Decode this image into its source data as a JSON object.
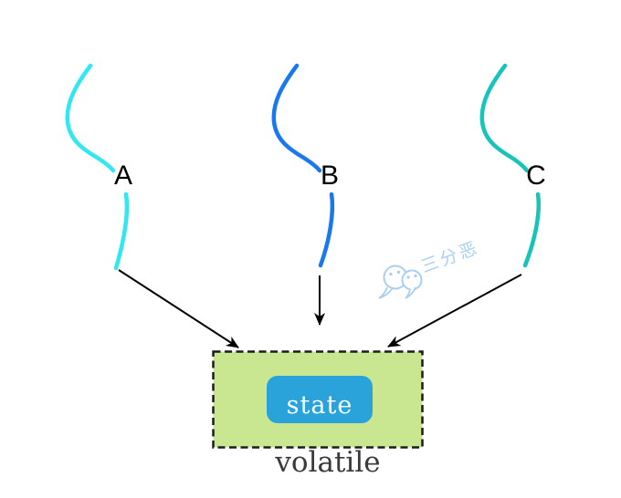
{
  "canvas": {
    "background_color": "#ffffff"
  },
  "threads": [
    {
      "label": "A",
      "color": "#30e7f2"
    },
    {
      "label": "B",
      "color": "#1a78ee"
    },
    {
      "label": "C",
      "color": "#17c4bc"
    }
  ],
  "labels": {
    "color": "#000000"
  },
  "arrows": {
    "color": "#000000"
  },
  "volatile_box": {
    "caption": "volatile",
    "fill": "#c9e691",
    "border_color": "#1c1c1c",
    "caption_color": "#3a3a3a"
  },
  "state_button": {
    "label": "state",
    "fill": "#2aa3db",
    "text_color": "#ffffff"
  },
  "watermark": {
    "text": "三分恶",
    "color": "#a9cff2",
    "bubble_fill": "#ffffff"
  }
}
